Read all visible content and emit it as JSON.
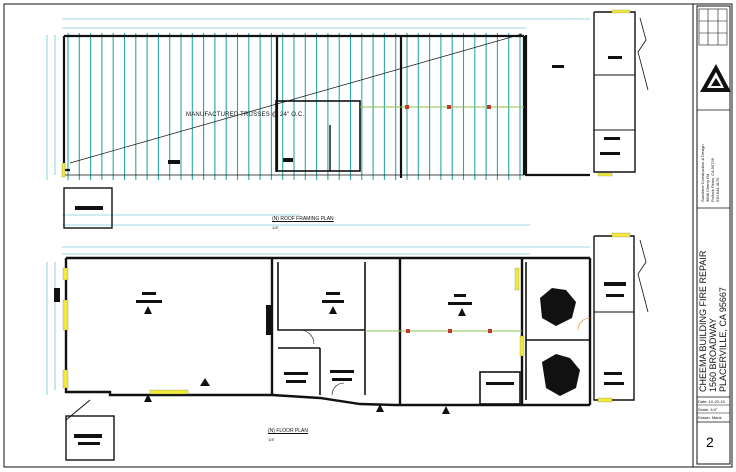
{
  "plans": {
    "roof": {
      "title": "(N) ROOF FRAMING PLAN",
      "scale": "1/4\"",
      "note": "MANUFACTURED TRUSSES @ 24\" O.C."
    },
    "floor": {
      "title": "(N) FLOOR PLAN",
      "scale": "1/4\""
    }
  },
  "title_block": {
    "designer_lines": [
      "Sunshine Construction & Design",
      "3898 Cherry Rd",
      "Pollock Pines, CA 95726",
      "530.644.4175"
    ],
    "project_lines": [
      "CHEEMA BUILDING FIRE REPAIR",
      "1560 BROADWAY",
      "PLACERVILLE, CA 95667"
    ],
    "date": "Date: 10-20-15",
    "scale": "Scale: 1/4\"",
    "drawn": "Drawn: Mauk",
    "sheet_number": "2"
  },
  "colors": {
    "wall": "#111111",
    "truss": "#2aa7a7",
    "highlight": "#f2ea3a",
    "fixture": "#c0392b",
    "dimension": "#38b7c9"
  }
}
